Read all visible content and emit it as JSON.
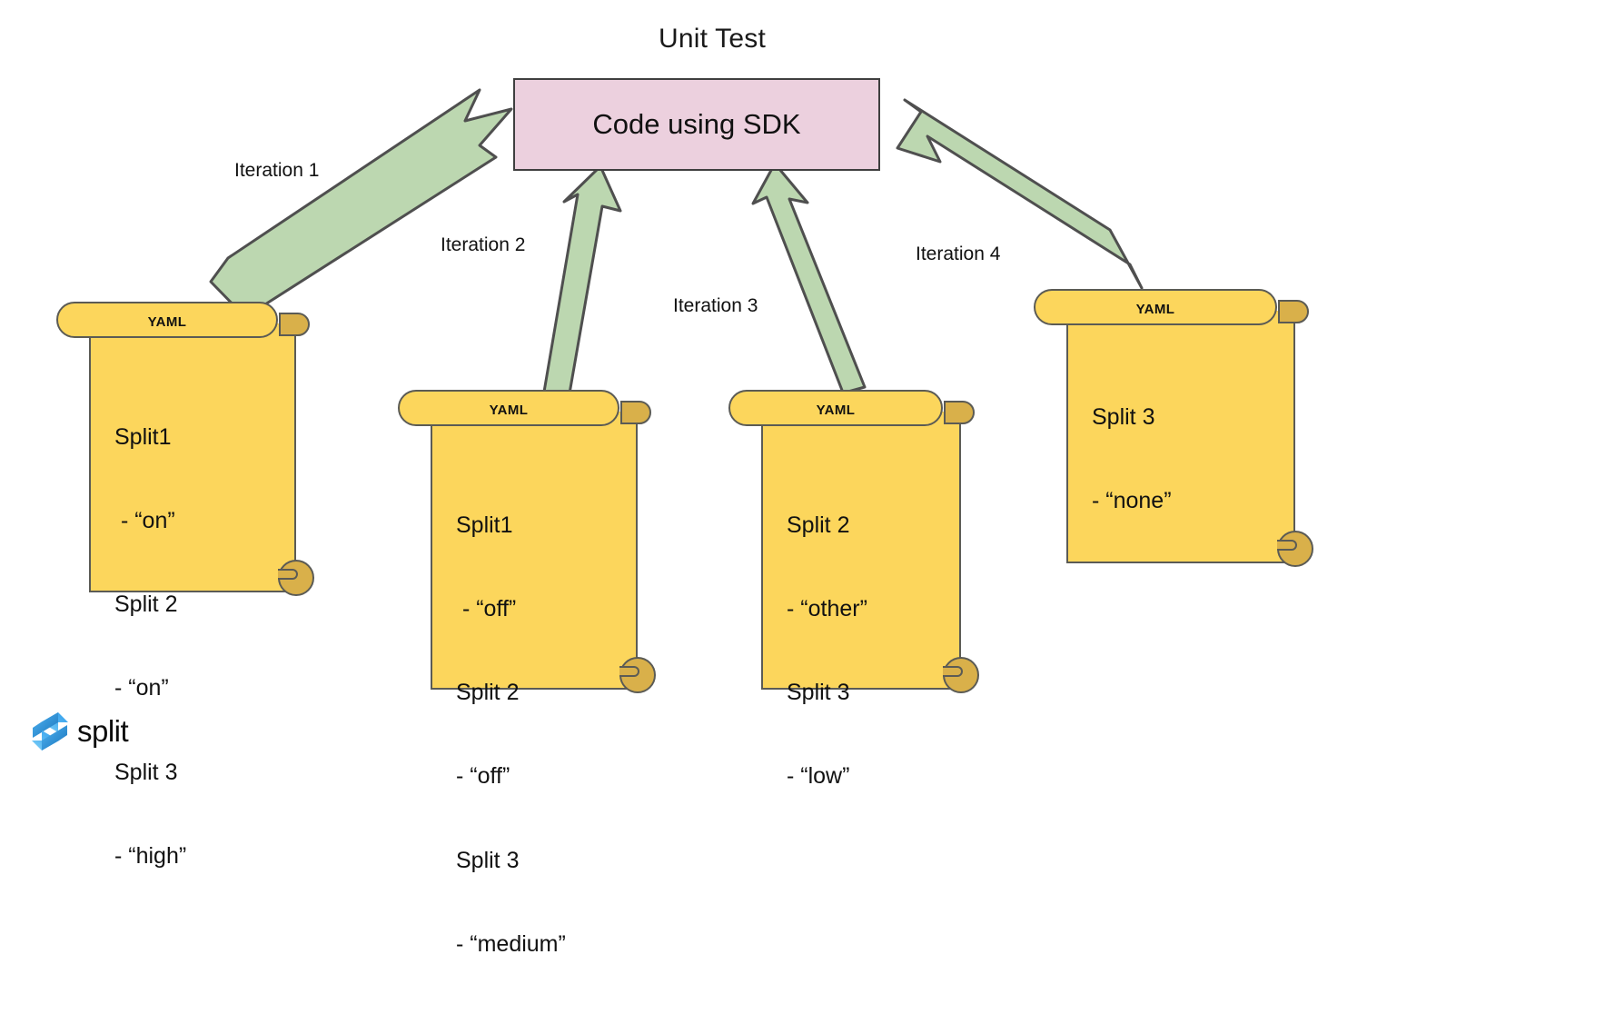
{
  "diagram": {
    "title": "Unit Test",
    "sdk_box_label": "Code using SDK",
    "colors": {
      "sdk_box_fill": "#ecd0de",
      "sdk_box_border": "#3f3f3f",
      "scroll_fill": "#fcd65c",
      "scroll_curl": "#d9b04a",
      "scroll_border": "#5b5b55",
      "arrow_fill": "#bcd7b0",
      "arrow_border": "#4f4f4f",
      "logo_blue": "#2d9cec",
      "text": "#111111"
    }
  },
  "arrows": [
    {
      "label": "Iteration 1",
      "from": "yaml-1",
      "to": "sdk-box",
      "direction": "up-right"
    },
    {
      "label": "Iteration 2",
      "from": "yaml-2",
      "to": "sdk-box",
      "direction": "up"
    },
    {
      "label": "Iteration 3",
      "from": "yaml-3",
      "to": "sdk-box",
      "direction": "up"
    },
    {
      "label": "Iteration 4",
      "from": "yaml-4",
      "to": "sdk-box",
      "direction": "up-left"
    }
  ],
  "scrolls": [
    {
      "header": "YAML",
      "lines": [
        "Split1",
        " - “on”",
        "Split 2",
        "- “on”",
        "Split 3",
        "- “high”"
      ]
    },
    {
      "header": "YAML",
      "lines": [
        "Split1",
        " - “off”",
        "Split 2",
        "- “off”",
        "Split 3",
        "- “medium”"
      ]
    },
    {
      "header": "YAML",
      "lines": [
        "Split 2",
        "- “other”",
        "Split 3",
        "- “low”"
      ]
    },
    {
      "header": "YAML",
      "lines": [
        "Split 3",
        "- “none”"
      ]
    }
  ],
  "logo": {
    "word": "split",
    "icon": "split-chevron-logo"
  }
}
